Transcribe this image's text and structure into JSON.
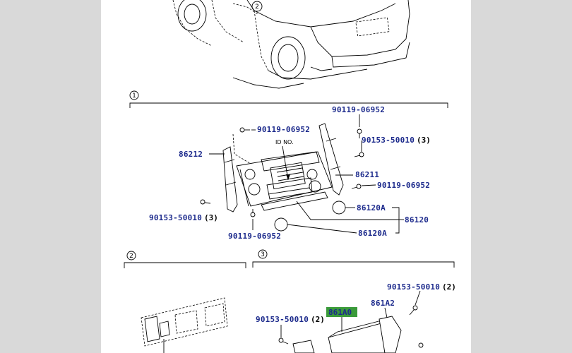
{
  "sections": [
    {
      "number": "1"
    },
    {
      "number": "2"
    },
    {
      "number": "3"
    }
  ],
  "vehicle_callout": "2",
  "id_label": "ID NO.",
  "parts": {
    "p90119_06952_top": "90119-06952",
    "p90119_06952_left": "90119-06952",
    "p90153_50010_right": "90153-50010",
    "p90153_50010_right_qty": "(3)",
    "p86212": "86212",
    "p86211": "86211",
    "p90119_06952_mid": "90119-06952",
    "p86120A_1": "86120A",
    "p86120": "86120",
    "p86120A_2": "86120A",
    "p90153_50010_left": "90153-50010",
    "p90153_50010_left_qty": "(3)",
    "p90119_06952_bottom": "90119-06952",
    "p90153_50010_s3_right": "90153-50010",
    "p90153_50010_s3_right_qty": "(2)",
    "p861A2": "861A2",
    "p861A0": "861A0",
    "p90153_50010_s3_left": "90153-50010",
    "p90153_50010_s3_left_qty": "(2)"
  },
  "colors": {
    "background": "#d9d9d9",
    "sheet": "#ffffff",
    "part_number_text": "#1c2a8c",
    "highlight": "#3a9a3a"
  }
}
